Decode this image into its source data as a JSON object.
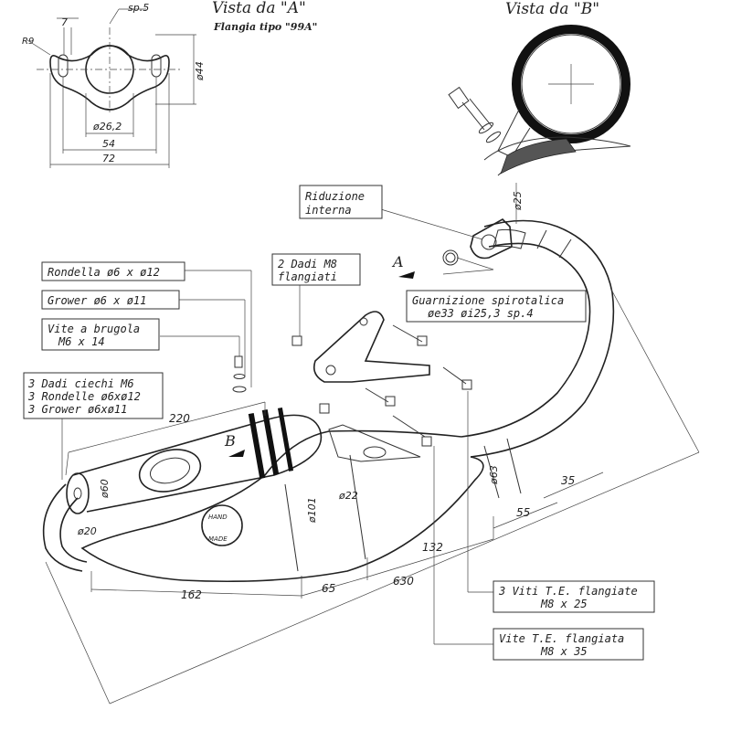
{
  "views": {
    "view_a_title": "Vista da \"A\"",
    "view_a_subtitle": "Flangia tipo \"99A\"",
    "view_b_title": "Vista da \"B\"",
    "arrow_a": "A",
    "arrow_b": "B"
  },
  "flange_dims": {
    "sp": "sp.5",
    "r9": "R9",
    "seven": "7",
    "d44": "ø44",
    "d262": "ø26,2",
    "d54": "54",
    "d72": "72"
  },
  "labels": {
    "riduzione_1": "Riduzione",
    "riduzione_2": "interna",
    "dadi_m8_1": "2 Dadi M8",
    "dadi_m8_2": "flangiati",
    "rondella": "Rondella ø6 x ø12",
    "grower": "Grower ø6 x ø11",
    "vite_brugola_1": "Vite a brugola",
    "vite_brugola_2": "M6 x 14",
    "dadi_ciechi_1": "3 Dadi ciechi M6",
    "dadi_ciechi_2": "3 Rondelle ø6xø12",
    "dadi_ciechi_3": "3 Grower ø6xø11",
    "guarnizione_1": "Guarnizione spirotalica",
    "guarnizione_2": "øe33 øi25,3 sp.4",
    "viti_te_1": "3 Viti T.E. flangiate",
    "viti_te_2": "M8 x 25",
    "vite_te_1": "Vite T.E. flangiata",
    "vite_te_2": "M8 x 35"
  },
  "dims": {
    "d25": "ø25",
    "d220": "220",
    "d60": "ø60",
    "d20": "ø20",
    "d22": "ø22",
    "d101": "ø101",
    "d63": "ø63",
    "d35": "35",
    "d55": "55",
    "d132": "132",
    "d630": "630",
    "d65": "65",
    "d162": "162"
  },
  "badges": {
    "hand": "HAND",
    "made": "MADE"
  }
}
